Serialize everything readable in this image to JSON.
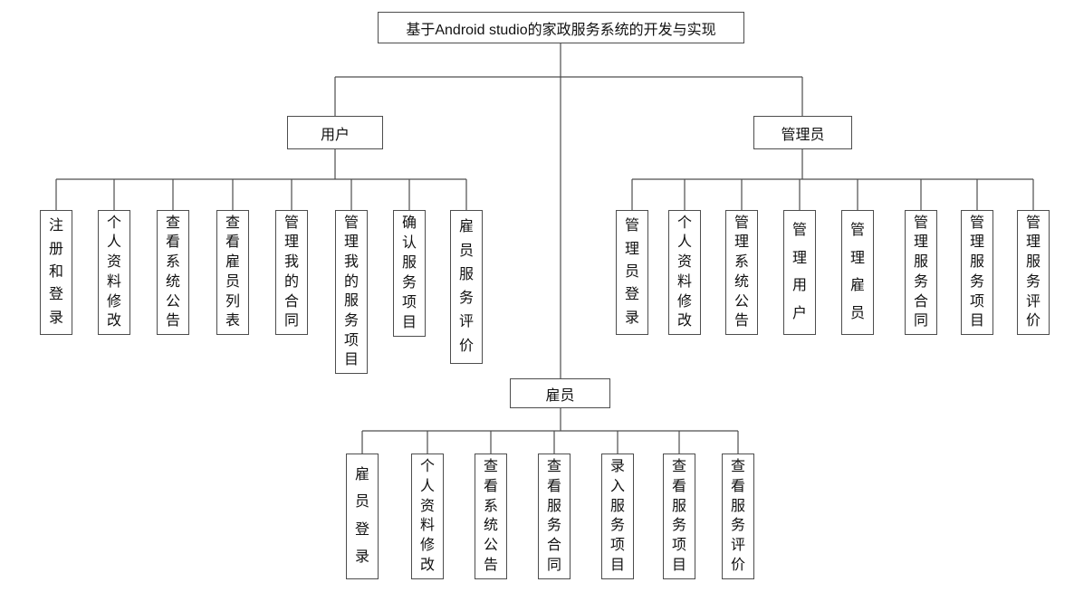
{
  "diagram": {
    "title": "基于Android studio的家政服务系统的开发与实现",
    "colors": {
      "line": "#4d4d4d",
      "box_border": "#4d4d4d",
      "box_fill": "#ffffff",
      "text": "#111111",
      "background": "#ffffff"
    },
    "groups": [
      {
        "label": "用户",
        "children": [
          "注册和登录",
          "个人资料修改",
          "查看系统公告",
          "查看雇员列表",
          "管理我的合同",
          "管理我的服务项目",
          "确认服务项目",
          "雇员服务评价"
        ]
      },
      {
        "label": "管理员",
        "children": [
          "管理员登录",
          "个人资料修改",
          "管理系统公告",
          "管理用户",
          "管理雇员",
          "管理服务合同",
          "管理服务项目",
          "管理服务评价"
        ]
      },
      {
        "label": "雇员",
        "children": [
          "雇员登录",
          "个人资料修改",
          "查看系统公告",
          "查看服务合同",
          "录入服务项目",
          "查看服务项目",
          "查看服务评价"
        ]
      }
    ]
  }
}
